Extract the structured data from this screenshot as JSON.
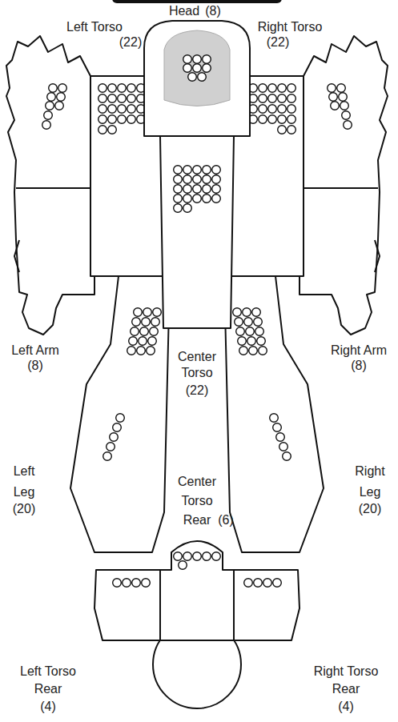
{
  "diagram": {
    "labels": [
      "Head",
      "(8)",
      "Left Torso",
      "(22)",
      "Right Torso",
      "(22)",
      "Left Arm",
      "(8)",
      "Center Torso",
      "(22)",
      "Right Arm",
      "(8)",
      "Left Leg",
      "(20)",
      "Center Torso Rear",
      "(6)",
      "Right Leg",
      "(20)",
      "Left Torso Rear",
      "(4)",
      "Right Torso Rear",
      "(4)"
    ]
  }
}
